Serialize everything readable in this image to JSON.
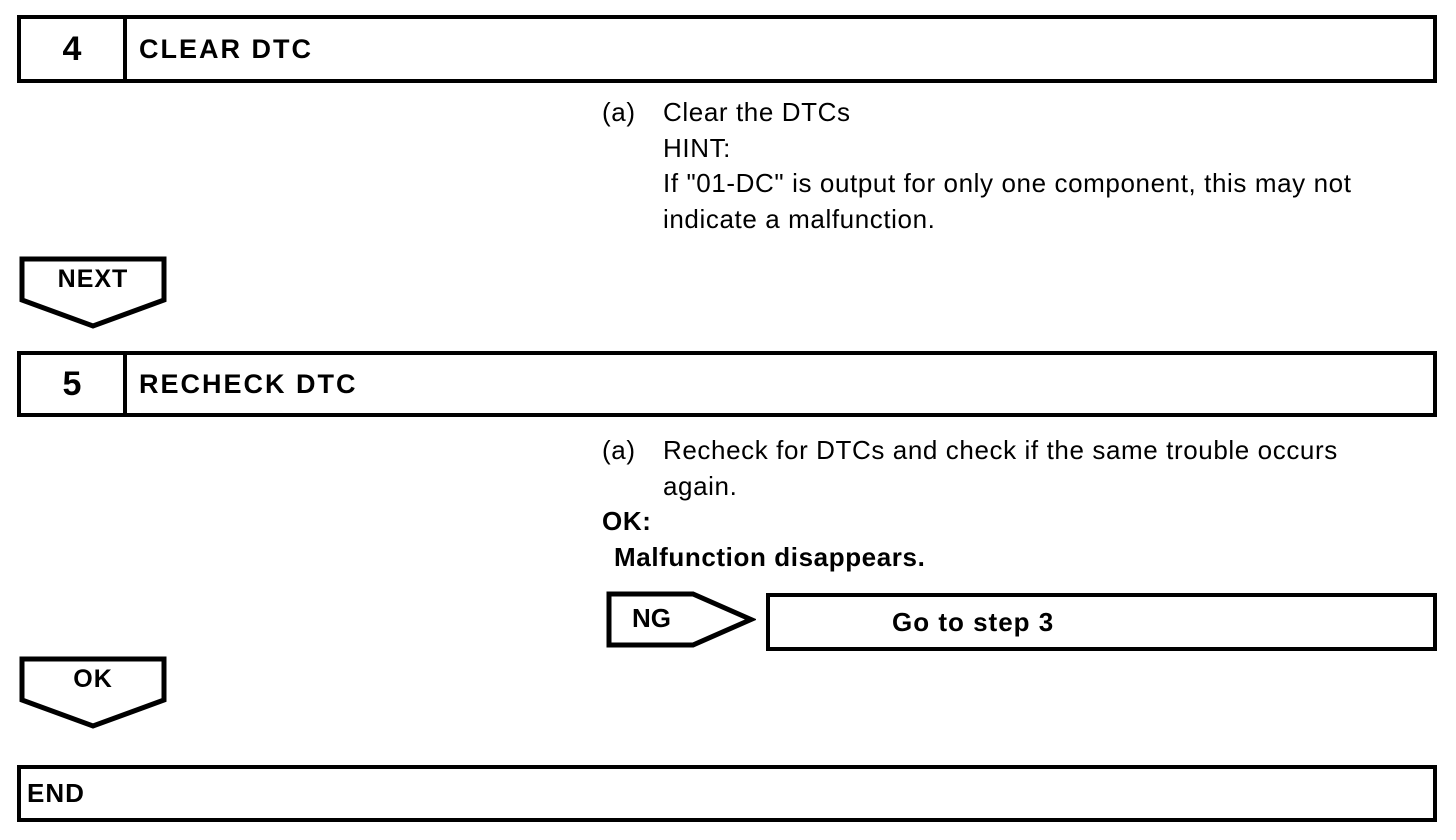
{
  "colors": {
    "ink": "#000000",
    "paper": "#ffffff"
  },
  "steps": [
    {
      "number": "4",
      "title": "CLEAR DTC",
      "instruction": {
        "marker": "(a)",
        "text": "Clear the DTCs"
      },
      "hint_label": "HINT:",
      "hint_lines": [
        "If \"01-DC\" is output for only one component, this may not",
        "indicate a malfunction."
      ],
      "connector_label": "NEXT"
    },
    {
      "number": "5",
      "title": "RECHECK DTC",
      "instruction": {
        "marker": "(a)",
        "lines": [
          "Recheck for DTCs and check if the same trouble occurs",
          "again."
        ]
      },
      "ok_label": "OK:",
      "ok_condition": "Malfunction disappears.",
      "ng_branch": {
        "label": "NG",
        "action": "Go to step 3"
      },
      "connector_label": "OK"
    }
  ],
  "end_label": "END"
}
